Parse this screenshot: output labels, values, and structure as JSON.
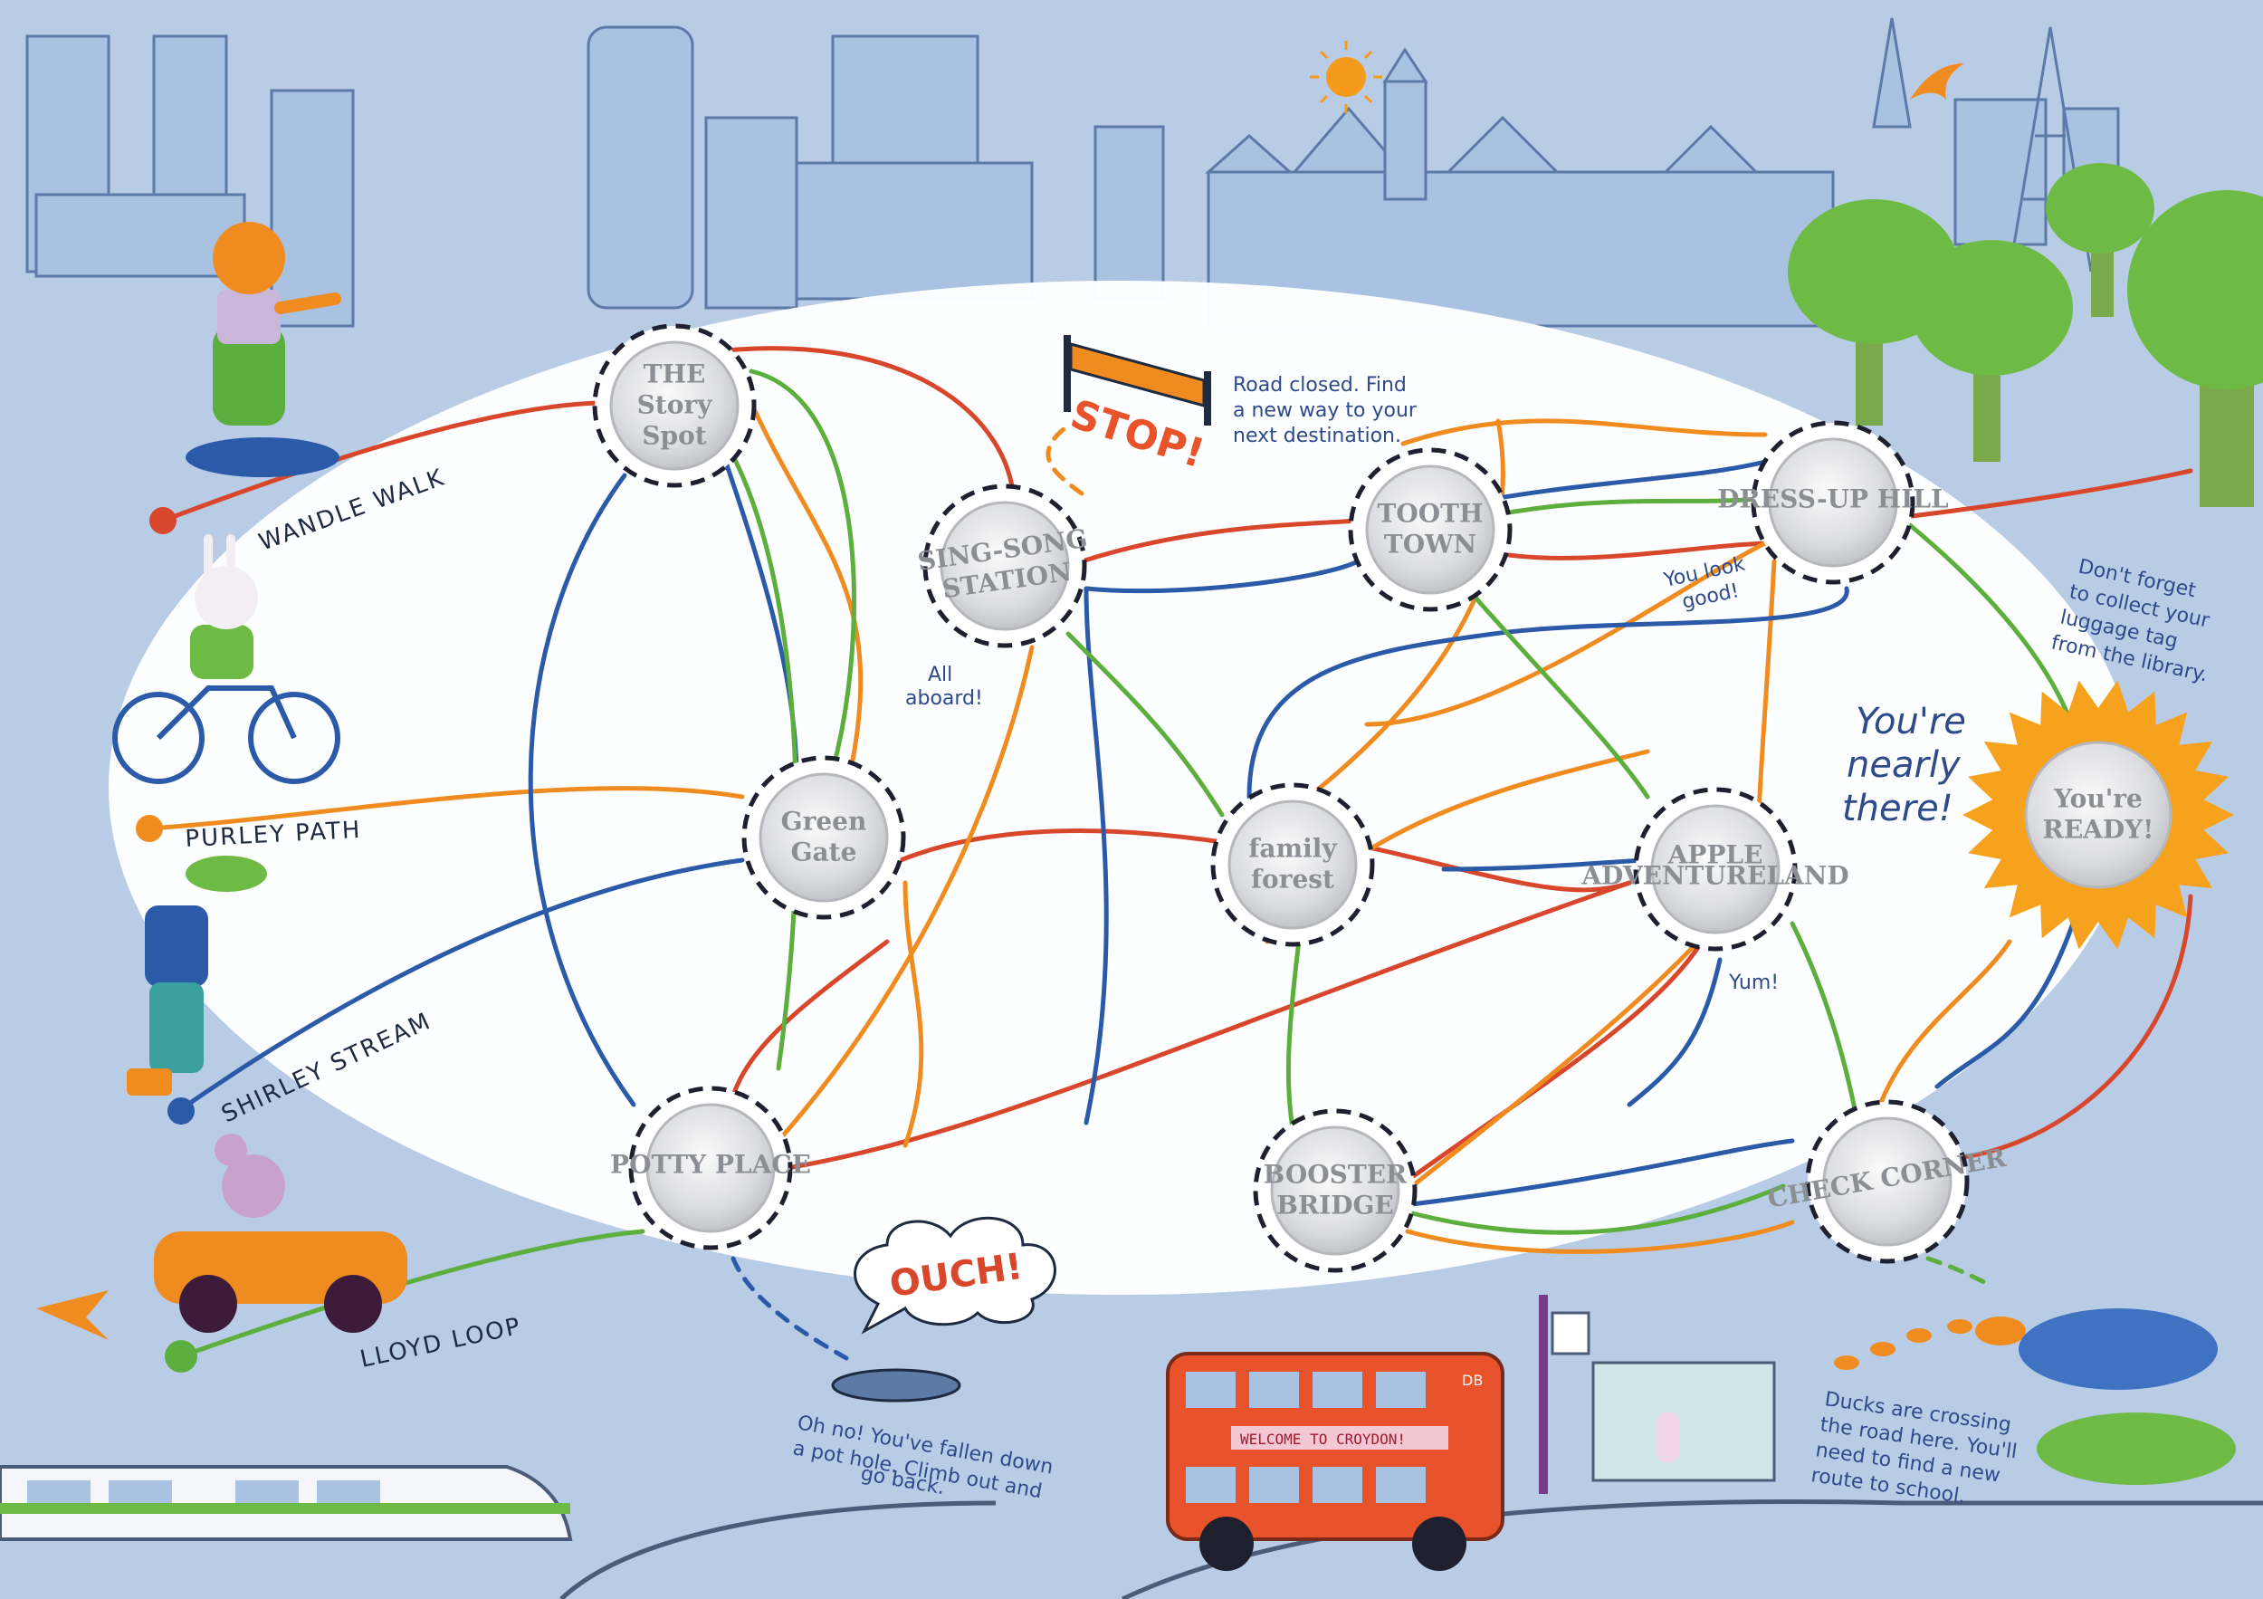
{
  "starts": [
    {
      "id": "wandle",
      "label": "WANDLE WALK",
      "color": "#d8472b"
    },
    {
      "id": "purley",
      "label": "PURLEY PATH",
      "color": "#f08c1f"
    },
    {
      "id": "shirley",
      "label": "SHIRLEY STREAM",
      "color": "#2a5aa8"
    },
    {
      "id": "lloyd",
      "label": "LLOYD LOOP",
      "color": "#5cae3d"
    }
  ],
  "stops": [
    {
      "id": "story",
      "lines": [
        "THE",
        "Story",
        "Spot"
      ]
    },
    {
      "id": "singsong",
      "lines": [
        "SING-SONG",
        "STATION"
      ]
    },
    {
      "id": "tooth",
      "lines": [
        "TOOTH",
        "TOWN"
      ]
    },
    {
      "id": "dressup",
      "lines": [
        "DRESS-UP HILL"
      ]
    },
    {
      "id": "greengate",
      "lines": [
        "Green",
        "Gate"
      ]
    },
    {
      "id": "family",
      "lines": [
        "family",
        "forest"
      ]
    },
    {
      "id": "apple",
      "lines": [
        "APPLE",
        "ADVENTURELAND"
      ]
    },
    {
      "id": "potty",
      "lines": [
        "POTTY PLACE"
      ]
    },
    {
      "id": "booster",
      "lines": [
        "BOOSTER",
        "BRIDGE"
      ]
    },
    {
      "id": "check",
      "lines": [
        "CHECK CORNER"
      ]
    },
    {
      "id": "ready",
      "lines": [
        "You're",
        "READY!"
      ]
    }
  ],
  "notes": {
    "road_closed": [
      "Road closed. Find",
      "a new way to your",
      "next destination."
    ],
    "stop_sign": "STOP!",
    "all_aboard": [
      "All",
      "aboard!"
    ],
    "look_good": [
      "You look",
      "good!"
    ],
    "luggage": [
      "Don't forget",
      "to collect your",
      "luggage tag",
      "from the library."
    ],
    "nearly": [
      "You're",
      "nearly",
      "there!"
    ],
    "yum": "Yum!",
    "ouch": "OUCH!",
    "pothole": [
      "Oh no! You've fallen down",
      "a pot hole. Climb out and",
      "go back."
    ],
    "ducks": [
      "Ducks are crossing",
      "the road here. You'll",
      "need to find a new",
      "route to school."
    ],
    "bus_banner": "WELCOME TO CROYDON!",
    "bus_number": "DB"
  },
  "colors": {
    "red": "#d8472b",
    "orange": "#f08c1f",
    "blue": "#2a5aa8",
    "green": "#5cae3d",
    "sky": "#b9cce6",
    "building": "#a9c2e2"
  }
}
